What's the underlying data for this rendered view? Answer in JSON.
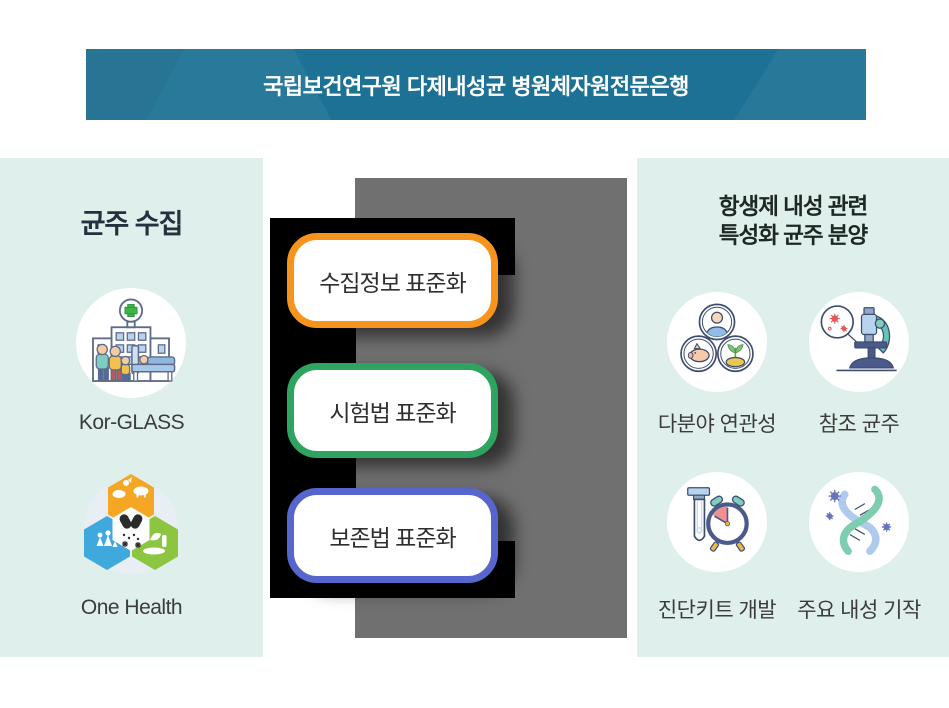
{
  "header": {
    "title": "국립보건연구원 다제내성균 병원체자원전문은행",
    "bg_color": "#1D7194",
    "text_color": "#FFFFFF"
  },
  "left_panel": {
    "title": "균주 수집",
    "items": [
      {
        "icon": "hospital-family-icon",
        "label": "Kor-GLASS"
      },
      {
        "icon": "one-health-hexagons-icon",
        "label": "One Health"
      }
    ]
  },
  "process": {
    "buttons": [
      {
        "label": "수집정보 표준화",
        "border_color": "#F7941E"
      },
      {
        "label": "시험법 표준화",
        "border_color": "#2FA360"
      },
      {
        "label": "보존법 표준화",
        "border_color": "#5766CC"
      }
    ]
  },
  "right_panel": {
    "title_line1": "항생제 내성 관련",
    "title_line2": "특성화 균주 분양",
    "items": [
      {
        "icon": "multi-sector-link-icon",
        "label": "다분야 연관성"
      },
      {
        "icon": "microscope-icon",
        "label": "참조 균주"
      },
      {
        "icon": "diagnostic-kit-clock-icon",
        "label": "진단키트 개발"
      },
      {
        "icon": "dna-resistance-icon",
        "label": "주요 내성 기작"
      }
    ]
  },
  "colors": {
    "panel_bg": "#DFEFEB",
    "center_gray": "#707070",
    "center_black": "#000000",
    "one_health_orange": "#F5A623",
    "one_health_blue": "#3FA8DC",
    "one_health_green": "#8CC640"
  }
}
